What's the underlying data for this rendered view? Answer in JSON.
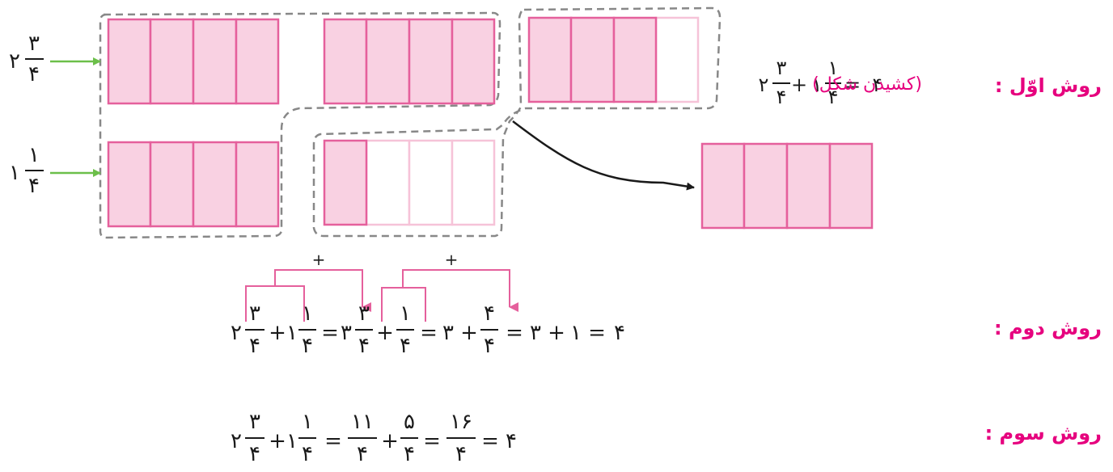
{
  "colors": {
    "accent": "#e6007e",
    "cell_fill": "#f9d1e2",
    "cell_stroke": "#e5609c",
    "arrow_green": "#6cbf4a",
    "dash": "#888888"
  },
  "method1": {
    "label": "روش اوّل :",
    "label_paren": "(کشیدن شکل)",
    "eq": {
      "w1": "۲",
      "n1": "۳",
      "d1": "۴",
      "plus": "+",
      "w2": "۱",
      "n2": "۱",
      "d2": "۴",
      "eq": "=",
      "result": "۴"
    }
  },
  "mixed_a": {
    "w": "۲",
    "n": "۳",
    "d": "۴"
  },
  "mixed_b": {
    "w": "۱",
    "n": "۱",
    "d": "۴"
  },
  "method2": {
    "label": "روش دوم :",
    "top_plus": "+",
    "tokens": {
      "w1": "۲",
      "n1": "۳",
      "d1": "۴",
      "p1": "+",
      "w2": "۱",
      "n2": "۱",
      "d2": "۴",
      "e1": "=",
      "w3": "۳",
      "n3": "۳",
      "d3": "۴",
      "p2": "+",
      "n4": "۱",
      "d4": "۴",
      "e2": "=",
      "t1": "۳",
      "p3": "+",
      "n5": "۴",
      "d5": "۴",
      "e3": "=",
      "t2": "۳",
      "p4": "+",
      "t3": "۱",
      "e4": "=",
      "t4": "۴"
    }
  },
  "method3": {
    "label": "روش سوم :",
    "tokens": {
      "w1": "۲",
      "n1": "۳",
      "d1": "۴",
      "p1": "+",
      "w2": "۱",
      "n2": "۱",
      "d2": "۴",
      "e1": "=",
      "n3": "۱۱",
      "d3": "۴",
      "p2": "+",
      "n4": "۵",
      "d4": "۴",
      "e2": "=",
      "n5": "۱۶",
      "d5": "۴",
      "e3": "=",
      "t": "۴"
    }
  }
}
